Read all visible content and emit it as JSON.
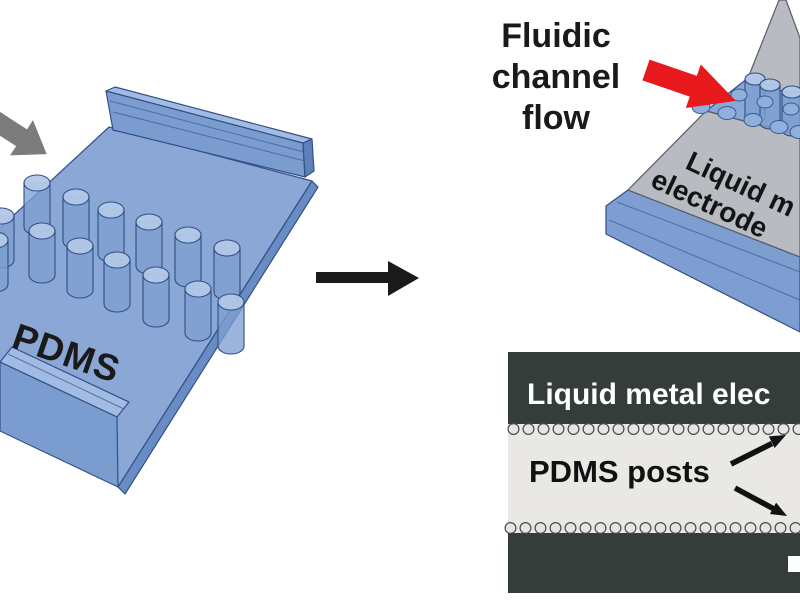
{
  "colors": {
    "pdms_blue": "#8aa7d5",
    "pdms_blue_light": "#a9c0e5",
    "electrode_gray": "#b8bbc1",
    "flow_arrow_red": "#e8191c",
    "inlet_arrow_gray": "#7c7c7c",
    "arrow_black": "#1a1a1a",
    "micrograph_dark": "#353d3b",
    "micrograph_light": "#e9e8e4"
  },
  "left_device": {
    "label": "PDMS"
  },
  "flow_annotation": {
    "line1": "Fluidic",
    "line2": "channel",
    "line3": "flow"
  },
  "right_device": {
    "label_line1": "Liquid m",
    "label_line2": "electrode"
  },
  "micrograph": {
    "electrode_label": "Liquid metal elec",
    "posts_label": "PDMS posts"
  }
}
